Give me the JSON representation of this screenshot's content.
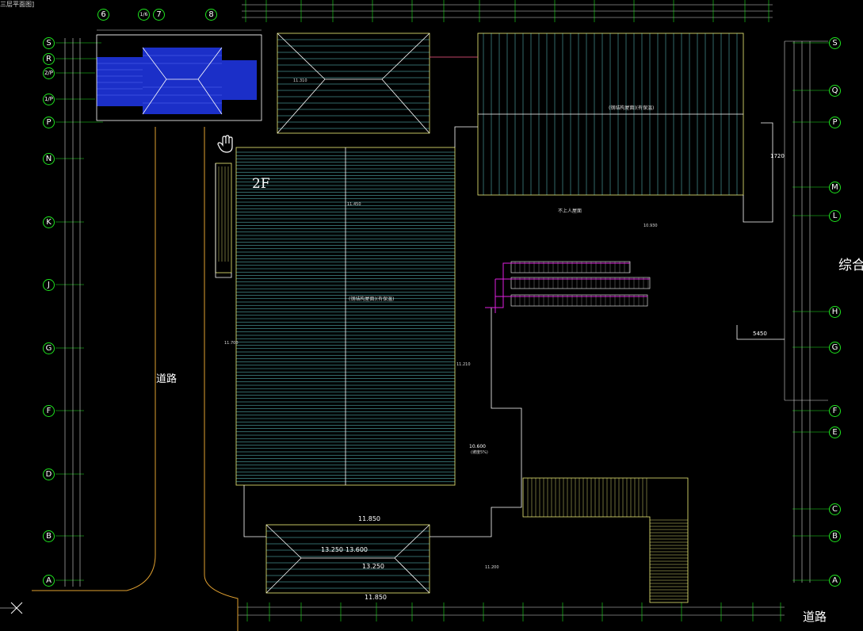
{
  "window": {
    "title_fragment": "三层平面图]"
  },
  "grid_left": [
    "S",
    "R",
    "2/P",
    "1/P",
    "P",
    "N",
    "K",
    "J",
    "G",
    "F",
    "D",
    "B",
    "A"
  ],
  "grid_right": [
    "S",
    "Q",
    "P",
    "M",
    "L",
    "H",
    "G",
    "F",
    "E",
    "C",
    "B",
    "A"
  ],
  "grid_top": [
    "6",
    "1/6",
    "7",
    "8"
  ],
  "labels": {
    "floor": "2F",
    "road_left": "道路",
    "road_bottom": "道路",
    "right_building": "综合",
    "roof_main": "(钢结构屋面)(有保温)",
    "roof_ne": "(钢结构屋面)(有保温)",
    "no_access": "不上人屋面",
    "slope_note": "(坡度5%)",
    "dim_1720": "1720",
    "dim_5450": "5450"
  },
  "elevations": {
    "e11850_top": "11.850",
    "e13250": "13.250",
    "e13600": "13.600",
    "e11850_bot": "11.850",
    "e10600": "10.600",
    "e11450": "11.450",
    "e11700": "11.700",
    "e11210": "11.210",
    "e11200": "11.200",
    "e10930": "10.930",
    "e11310": "11.310"
  },
  "colors": {
    "grid_bubble": "#1ee31e",
    "roof_cyan": "#6fe8e8",
    "roof_yellow": "#f2f27a",
    "blue_roof": "#1b2fc8",
    "magenta": "#e020e0",
    "axis_line": "#d8d8d8",
    "road_orange": "#e0a030"
  }
}
